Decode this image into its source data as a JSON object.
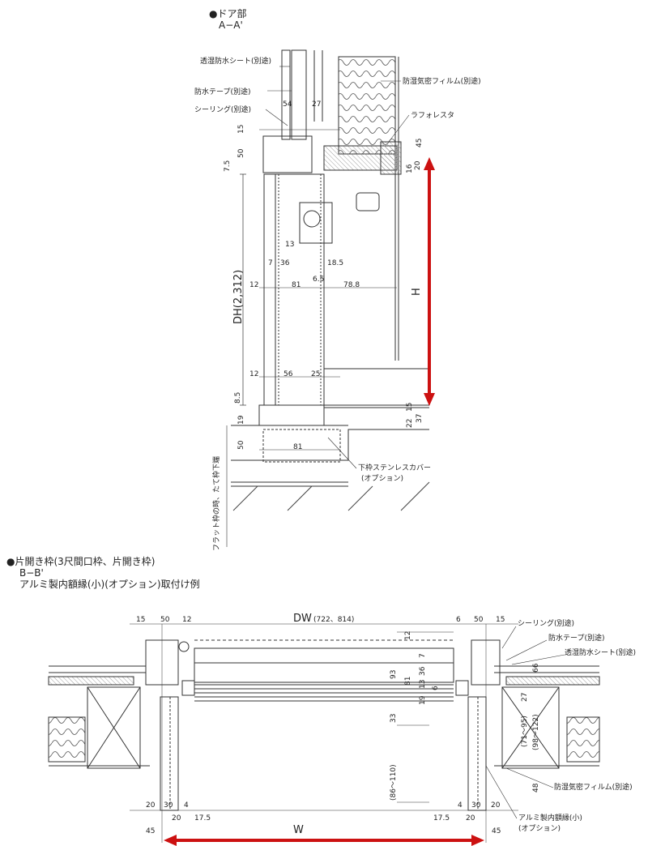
{
  "section_a": {
    "title": "●ドア部",
    "subtitle": "A−A'",
    "labels": {
      "moisture_sheet": "透湿防水シート(別途)",
      "waterproof_tape": "防水テープ(別途)",
      "sealing": "シーリング(別途)",
      "vapor_film": "防湿気密フィルム(別途)",
      "laforesta": "ラフォレスタ",
      "bottom_cover_1": "下枠ステンレスカバー",
      "bottom_cover_2": "(オプション)",
      "flat_frame_note": "フラット枠の時、たて枠下端"
    },
    "dims": {
      "d54": "54",
      "d27": "27",
      "d15": "15",
      "d50": "50",
      "d7_5": "7.5",
      "d45": "45",
      "d16": "16",
      "d20": "20",
      "d13": "13",
      "d7": "7",
      "d36": "36",
      "d18_5": "18.5",
      "d12a": "12",
      "d81": "81",
      "d6_5": "6.5",
      "d78_8": "78.8",
      "d12b": "12",
      "d56": "56",
      "d25": "25",
      "d8_5": "8.5",
      "d19": "19",
      "d15b": "15",
      "d22": "22",
      "d37": "37",
      "d50b": "50",
      "d81b": "81"
    },
    "dh_label": "DH(2,312)",
    "h_label": "H"
  },
  "section_b": {
    "title": "●片開き枠(3尺間口枠、片開き枠)",
    "subtitle1": "B−B'",
    "subtitle2": "アルミ製内額縁(小)(オプション)取付け例",
    "labels": {
      "sealing": "シーリング(別途)",
      "waterproof_tape": "防水テープ(別途)",
      "moisture_sheet": "透湿防水シート(別途)",
      "vapor_film": "防湿気密フィルム(別途)",
      "inner_frame_1": "アルミ製内額縁(小)",
      "inner_frame_2": "(オプション)"
    },
    "dims": {
      "l15": "15",
      "l50": "50",
      "l12": "12",
      "r6": "6",
      "r50": "50",
      "r15": "15",
      "v12": "12",
      "v7": "7",
      "v36": "36",
      "v93": "93",
      "v81": "81",
      "v13": "13",
      "v6": "6",
      "v19": "19",
      "v33": "33",
      "v86_110": "(86〜110)",
      "r66": "66",
      "r27": "27",
      "r71_95": "(71〜95)",
      "r98_122": "(98〜122)",
      "r48": "48",
      "b20a": "20",
      "b30a": "30",
      "b4a": "4",
      "b20b": "20",
      "b17_5a": "17.5",
      "b45a": "45",
      "b4b": "4",
      "b30b": "30",
      "b20c": "20",
      "b17_5b": "17.5",
      "b20d": "20",
      "b45b": "45"
    },
    "dw_label": "DW",
    "dw_values": "(722、814)",
    "w_label": "W"
  },
  "colors": {
    "arrow": "#cc1111",
    "line": "#333333",
    "hatch": "#666666"
  }
}
